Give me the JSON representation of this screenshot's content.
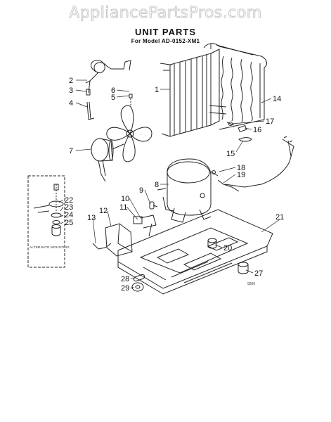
{
  "watermark": "AppliancePartsPros.com",
  "title": "UNIT PARTS",
  "subtitle": "For Model AD-0152-XM1",
  "inset_label": "ALTERNATE MOUNTING",
  "drawing_code": "9266",
  "callouts": {
    "c1": "1",
    "c2": "2",
    "c3": "3",
    "c4": "4",
    "c5": "5",
    "c6": "6",
    "c7": "7",
    "c8": "8",
    "c9": "9",
    "c10": "10",
    "c11": "11",
    "c12": "12",
    "c13": "13",
    "c14": "14",
    "c15": "15",
    "c16": "16",
    "c17": "17",
    "c18": "18",
    "c19": "19",
    "c20": "20",
    "c21": "21",
    "c22": "22",
    "c23": "23",
    "c24": "24",
    "c25": "25",
    "c27": "27",
    "c28": "28",
    "c29": "29"
  }
}
